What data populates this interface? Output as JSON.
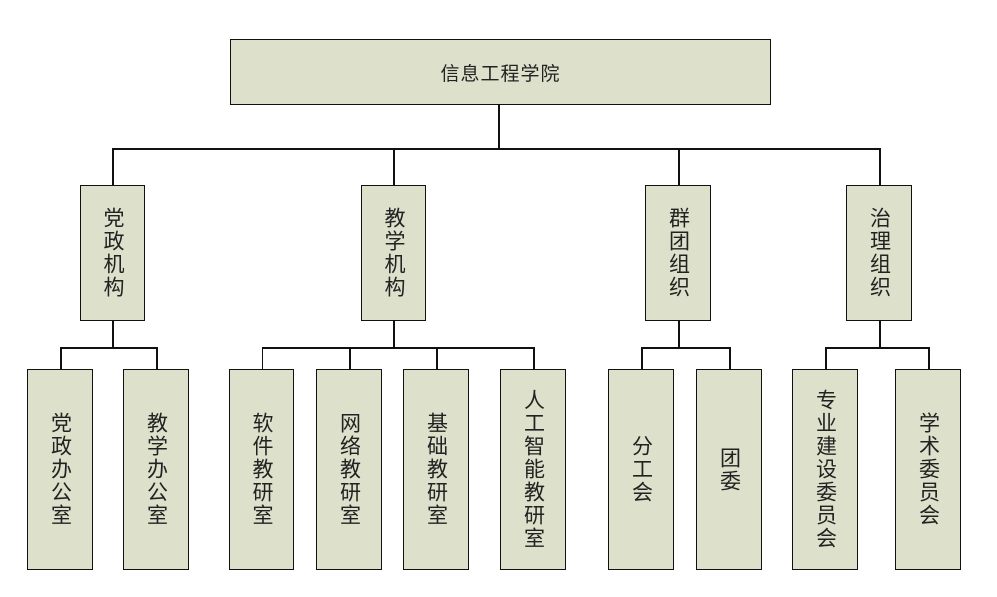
{
  "diagram": {
    "root": {
      "label": "信息工程学院"
    },
    "groups": [
      {
        "label": "党政机构",
        "children": [
          {
            "label": "党政办公室"
          },
          {
            "label": "教学办公室"
          }
        ]
      },
      {
        "label": "教学机构",
        "children": [
          {
            "label": "软件教研室"
          },
          {
            "label": "网络教研室"
          },
          {
            "label": "基础教研室"
          },
          {
            "label": "人工智能教研室"
          }
        ]
      },
      {
        "label": "群团组织",
        "children": [
          {
            "label": "分工会"
          },
          {
            "label": "团委"
          }
        ]
      },
      {
        "label": "治理组织",
        "children": [
          {
            "label": "专业建设委员会"
          },
          {
            "label": "学术委员会"
          }
        ]
      }
    ],
    "colors": {
      "box_fill": "#dde0cb",
      "line": "#111111"
    }
  }
}
